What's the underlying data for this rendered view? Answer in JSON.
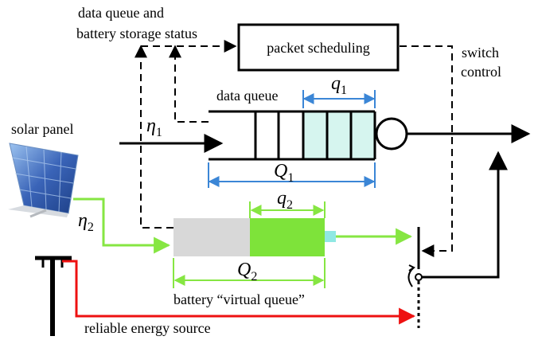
{
  "labels": {
    "status_line1": "data queue and",
    "status_line2": "battery storage status",
    "scheduler": "packet scheduling",
    "switch_line1": "switch",
    "switch_line2": "control",
    "data_queue": "data  queue",
    "solar_panel": "solar panel",
    "battery_vq": "battery “virtual queue”",
    "reliable": "reliable energy source"
  },
  "math": {
    "q1": "q",
    "q1_sub": "1",
    "Q1": "Q",
    "Q1_sub": "1",
    "eta1": "η",
    "eta1_sub": "1",
    "eta2": "η",
    "eta2_sub": "2",
    "q2": "q",
    "q2_sub": "2",
    "Q2": "Q",
    "Q2_sub": "2"
  },
  "colors": {
    "measure_blue": "#3b86d6",
    "queue_fill": "#d6f5ef",
    "green_line": "#86e642",
    "battery_green": "#7ee33a",
    "battery_gray": "#d8d8d8",
    "battery_terminal": "#8fe8e3",
    "reliable_red": "#ee1111",
    "solar_blue": "#3a64b8"
  },
  "icons": [
    "solar-panel-icon",
    "power-pole-icon",
    "switch-icon"
  ]
}
